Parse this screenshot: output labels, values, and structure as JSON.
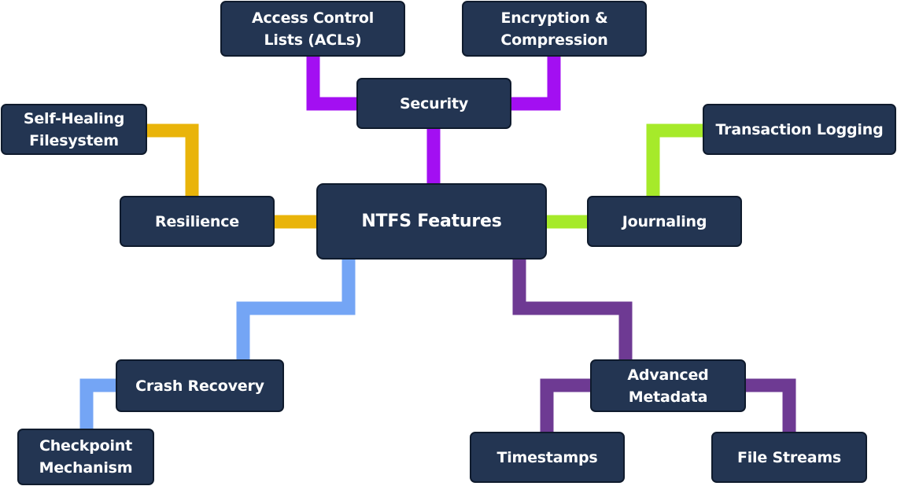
{
  "diagram": {
    "root": {
      "id": "ntfs",
      "label": "NTFS Features"
    },
    "nodes": [
      {
        "id": "security",
        "label": "Security",
        "parent": "ntfs"
      },
      {
        "id": "acl",
        "label": "Access Control\nLists (ACLs)",
        "parent": "security"
      },
      {
        "id": "encryption",
        "label": "Encryption &\nCompression",
        "parent": "security"
      },
      {
        "id": "resilience",
        "label": "Resilience",
        "parent": "ntfs"
      },
      {
        "id": "self-healing",
        "label": "Self-Healing\nFilesystem",
        "parent": "resilience"
      },
      {
        "id": "journaling",
        "label": "Journaling",
        "parent": "ntfs"
      },
      {
        "id": "transaction-logging",
        "label": "Transaction Logging",
        "parent": "journaling"
      },
      {
        "id": "crash-recovery",
        "label": "Crash Recovery",
        "parent": "ntfs"
      },
      {
        "id": "checkpoint",
        "label": "Checkpoint\nMechanism",
        "parent": "crash-recovery"
      },
      {
        "id": "advanced-metadata",
        "label": "Advanced\nMetadata",
        "parent": "ntfs"
      },
      {
        "id": "timestamps",
        "label": "Timestamps",
        "parent": "advanced-metadata"
      },
      {
        "id": "file-streams",
        "label": "File Streams",
        "parent": "advanced-metadata"
      }
    ],
    "branch_colors": {
      "security": "#a30ff2",
      "resilience": "#e9b40a",
      "journaling": "#a6ea2a",
      "crash-recovery": "#74a5f5",
      "advanced-metadata": "#6e3a93"
    },
    "node_fill": "#233552",
    "text_color": "#ffffff"
  }
}
